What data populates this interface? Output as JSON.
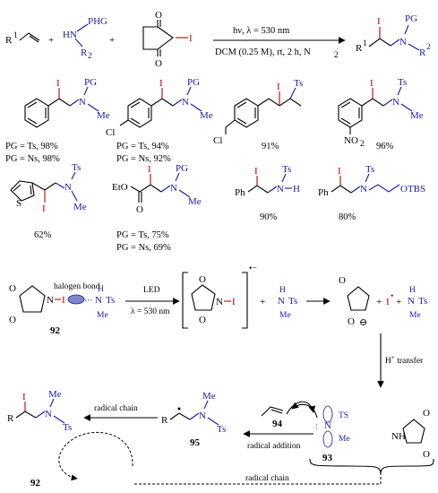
{
  "reaction": {
    "reagents": {
      "alkene_sub": "1",
      "alkene_R": "R",
      "plus": "+",
      "amine_HN": "HN",
      "amine_PHG": "PHG",
      "amine_R": "R",
      "amine_R_sub": "2",
      "nis_I": "I",
      "nis_N": "N",
      "oxo": "O"
    },
    "conditions": {
      "line1": "hν, λ = 530 nm",
      "line2": "DCM (0.25 M), rt, 2 h, N",
      "line2_sub": "2"
    },
    "product": {
      "I": "I",
      "PG": "PG",
      "N": "N",
      "R1": "R",
      "R1_sub": "1",
      "R2": "R",
      "R2_sub": "2"
    }
  },
  "examples": [
    {
      "yields": [
        "PG = Ts, 98%",
        "PG = Ns, 98%"
      ]
    },
    {
      "yields": [
        "PG = Ts, 94%",
        "PG = Ns, 92%"
      ],
      "substituent": "Cl"
    },
    {
      "yields": [
        "91%"
      ],
      "substituent": "Cl"
    },
    {
      "yields": [
        "96%"
      ],
      "substituent": "NO",
      "substituent_sub": "2"
    },
    {
      "yields": [
        "62%"
      ],
      "heteroatom": "S"
    },
    {
      "yields": [
        "PG = Ts, 75%",
        "PG = Ns, 69%"
      ],
      "ester": "EtO"
    },
    {
      "yields": [
        "90%"
      ],
      "groupPh": "Ph",
      "groupH": "H"
    },
    {
      "yields": [
        "80%"
      ],
      "groupPh": "Ph",
      "groupOTBS": "OTBS"
    }
  ],
  "labels": {
    "I": "I",
    "N": "N",
    "Ts": "Ts",
    "Me": "Me",
    "PG": "PG",
    "H": "H",
    "O": "O",
    "R": "R",
    "TS": "TS"
  },
  "mechanism": {
    "halogen_bond": "halogen bond",
    "led": "LED",
    "wavelength": "λ = 530 nm",
    "compound_92": "92",
    "compound_93": "93",
    "compound_94": "94",
    "compound_95": "95",
    "compound_92b": "92",
    "radical_anion": "•−",
    "plus": "+",
    "i_radical": "I",
    "i_radical_sup": "•",
    "h_transfer": "H",
    "h_transfer_sup": "+",
    "h_transfer_rest": " transfer",
    "radical_chain": "radical chain",
    "radical_addition": "radical addition",
    "radical_chain_bottom": "radical chain",
    "ominus": "⊖"
  }
}
